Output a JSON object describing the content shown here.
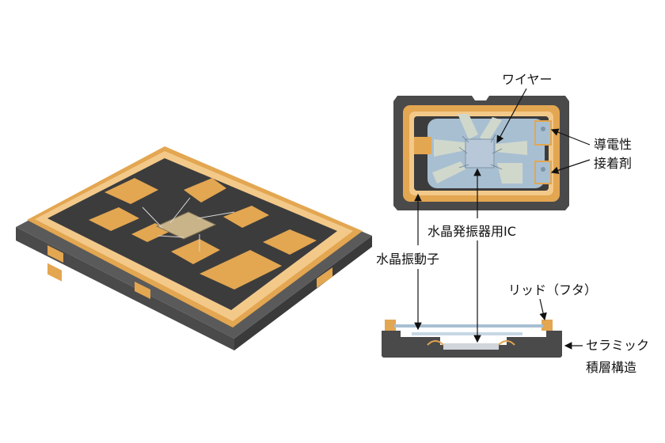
{
  "labels": {
    "wire": "ワイヤー",
    "conductive_adhesive_line1": "導電性",
    "conductive_adhesive_line2": "接着剤",
    "oscillator_ic": "水晶発振器用IC",
    "crystal_unit": "水晶振動子",
    "lid": "リッド（フタ）",
    "ceramic_line1": "セラミック",
    "ceramic_line2": "積層構造"
  },
  "colors": {
    "ceramic": "#4a4a4a",
    "gold": "#e3a651",
    "gold_light": "#f3c98a",
    "cavity": "#3c3c3c",
    "crystal": "#a8bfd2",
    "pad": "#d0d8cc"
  }
}
